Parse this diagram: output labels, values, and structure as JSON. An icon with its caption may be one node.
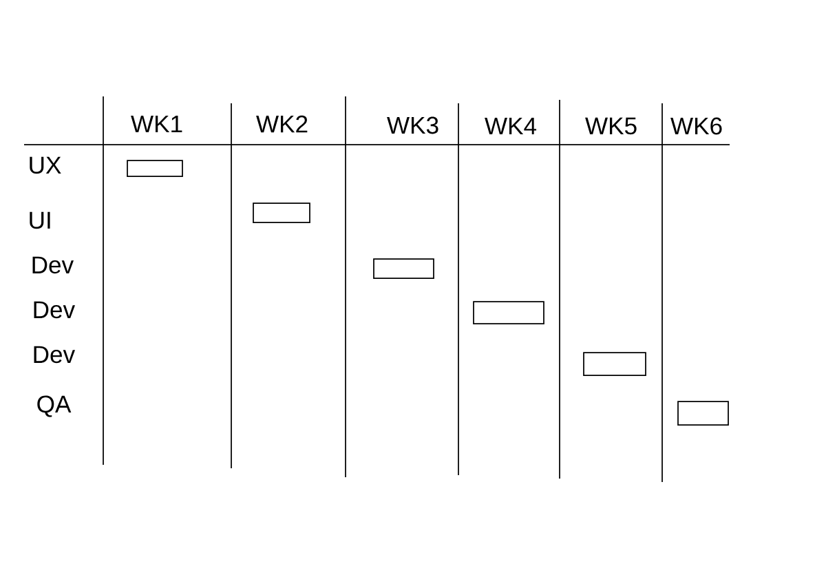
{
  "diagram": {
    "nodes": [
      {
        "text": [],
        "shape": "bar"
      },
      {
        "text": [],
        "shape": "bar"
      },
      {
        "text": [],
        "shape": "bar"
      },
      {
        "text": [],
        "shape": "bar"
      },
      {
        "text": [],
        "shape": "bar"
      },
      {
        "text": [],
        "shape": "bar"
      }
    ],
    "labels": [
      "WK1",
      "WK2",
      "WK3",
      "WK4",
      "WK5",
      "WK6",
      "UX",
      "UI",
      "Dev",
      "Dev",
      "Dev",
      "QA"
    ]
  }
}
